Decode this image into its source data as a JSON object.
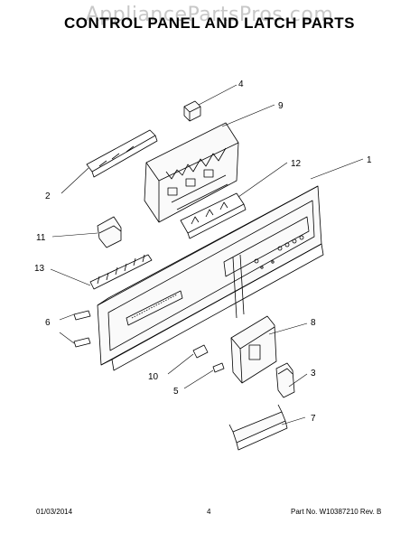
{
  "watermark": "AppliancePartsPros.com",
  "title": "CONTROL PANEL AND LATCH PARTS",
  "callouts": [
    "1",
    "2",
    "3",
    "4",
    "5",
    "6",
    "7",
    "8",
    "9",
    "10",
    "11",
    "12",
    "13"
  ],
  "footer": {
    "date": "01/03/2014",
    "page": "4",
    "part_number": "Part No. W10387210  Rev. B"
  }
}
